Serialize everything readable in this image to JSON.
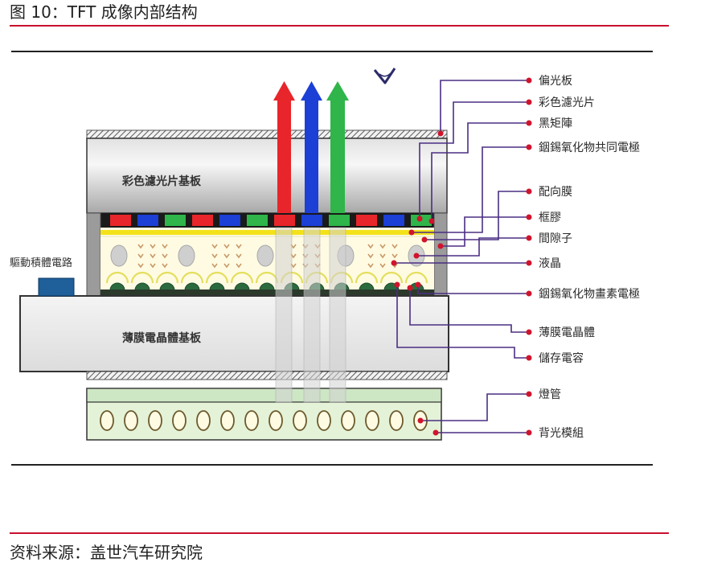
{
  "figure": {
    "title": "图 10：TFT 成像内部结构",
    "source": "资料来源：盖世汽车研究院"
  },
  "diagram": {
    "color_filter_substrate_label": "彩色濾光片基板",
    "tft_substrate_label": "薄膜電晶體基板",
    "driver_ic_label": "驅動積體電路",
    "callouts": [
      {
        "label": "偏光板"
      },
      {
        "label": "彩色濾光片"
      },
      {
        "label": "黑矩陣"
      },
      {
        "label": "銦錫氧化物共同電極"
      },
      {
        "label": "配向膜"
      },
      {
        "label": "框膠"
      },
      {
        "label": "間隙子"
      },
      {
        "label": "液晶"
      },
      {
        "label": "銦錫氧化物畫素電極"
      },
      {
        "label": "薄膜電晶體"
      },
      {
        "label": "儲存電容"
      },
      {
        "label": "燈管"
      },
      {
        "label": "背光模組"
      }
    ]
  },
  "colors": {
    "filter_red": "#e8252a",
    "filter_blue": "#1c3fd6",
    "filter_green": "#2fb54a",
    "accent_red": "#c8102e",
    "callout_dot": "#d0142c",
    "leader_line": "#4b2e83",
    "driver_ic": "#1f5f9a"
  }
}
